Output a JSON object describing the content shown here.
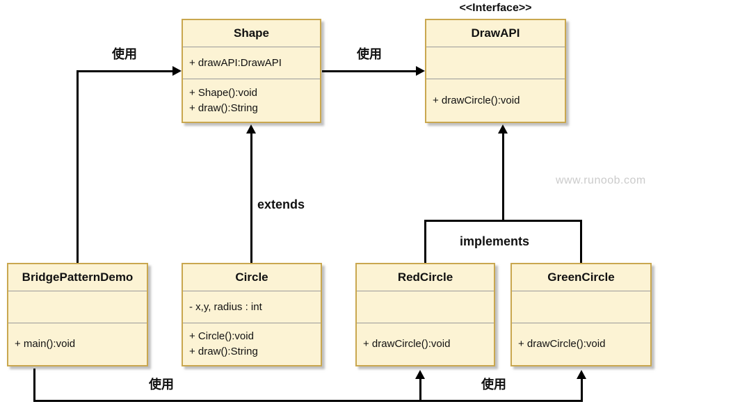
{
  "diagram": {
    "watermark": "www.runoob.com",
    "colors": {
      "box_fill": "#fcf3d4",
      "box_border": "#c9a74f",
      "separator": "#9a9a9a",
      "line": "#000000",
      "watermark_text": "#cbcbcb"
    },
    "classes": [
      {
        "title": "Shape",
        "attributes": [
          "+ drawAPI:DrawAPI"
        ],
        "methods": [
          "+ Shape():void",
          "+ draw():String"
        ]
      },
      {
        "stereotype": "<<Interface>>",
        "title": "DrawAPI",
        "attributes": [],
        "methods": [
          "+ drawCircle():void"
        ]
      },
      {
        "title": "BridgePatternDemo",
        "attributes": [],
        "methods": [
          "+ main():void"
        ]
      },
      {
        "title": "Circle",
        "attributes": [
          "- x,y, radius : int"
        ],
        "methods": [
          "+ Circle():void",
          "+ draw():String"
        ]
      },
      {
        "title": "RedCircle",
        "attributes": [],
        "methods": [
          "+ drawCircle():void"
        ]
      },
      {
        "title": "GreenCircle",
        "attributes": [],
        "methods": [
          "+ drawCircle():void"
        ]
      }
    ],
    "edge_labels": {
      "demo_uses_shape": "使用",
      "shape_uses_drawapi": "使用",
      "circle_extends_shape": "extends",
      "implements_drawapi": "implements",
      "uses_redcircle": "使用",
      "uses_greencircle": "使用"
    }
  }
}
